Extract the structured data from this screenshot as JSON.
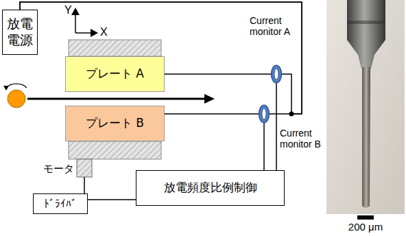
{
  "diagram": {
    "nodes": [
      {
        "text": [
          "放電 電源"
        ]
      },
      {
        "text": [
          "プレート A"
        ]
      },
      {
        "text": [
          "プレート B"
        ]
      },
      {
        "text": [
          "放電頻度比例制御"
        ]
      },
      {
        "text": [
          "ﾄﾞﾗｲﾊﾞ"
        ]
      }
    ],
    "edges": [
      {
        "from": 0,
        "to": 1,
        "arrow": "none"
      },
      {
        "from": 0,
        "to": 2,
        "arrow": "none"
      },
      {
        "from": 3,
        "to": 4,
        "arrow": "none"
      }
    ],
    "labels": [
      "Y",
      "X",
      "モータ",
      "Current monitor A",
      "Current monitor B",
      "200 μm"
    ]
  }
}
